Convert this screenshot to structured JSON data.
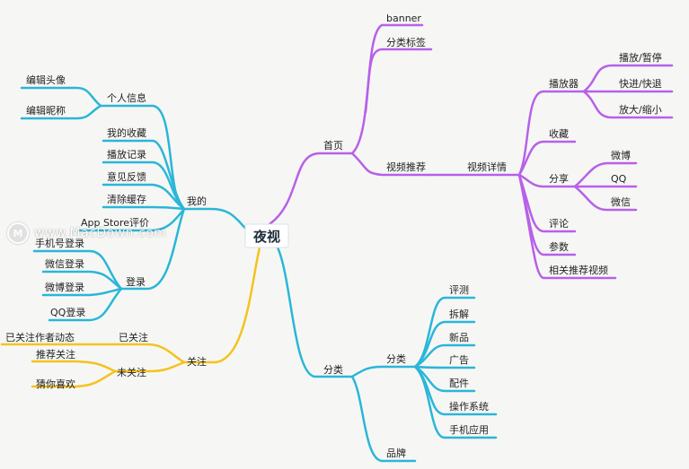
{
  "colors": {
    "purple": "#b860e8",
    "blue": "#2ab6d8",
    "yellow": "#f5c21f",
    "root_bg": "#ffffff"
  },
  "root": {
    "label": "夜视"
  },
  "top_right": {
    "branch": "首页",
    "items": {
      "banner": "banner",
      "category_tags": "分类标签",
      "video_recommend": "视频推荐",
      "video_detail": "视频详情"
    },
    "player": {
      "label": "播放器",
      "items": [
        "播放/暂停",
        "快进/快退",
        "放大/缩小"
      ]
    },
    "favorite": "收藏",
    "share": {
      "label": "分享",
      "items": [
        "微博",
        "QQ",
        "微信"
      ]
    },
    "comment": "评论",
    "params": "参数",
    "related": "相关推荐视频"
  },
  "bottom_right": {
    "branch": "分类",
    "category": {
      "label": "分类",
      "items": [
        "评测",
        "拆解",
        "新品",
        "广告",
        "配件",
        "操作系统",
        "手机应用"
      ]
    },
    "brand": "品牌"
  },
  "left": {
    "branch": "我的",
    "personal_info": {
      "label": "个人信息",
      "items": [
        "编辑头像",
        "编辑昵称"
      ]
    },
    "items": [
      "我的收藏",
      "播放记录",
      "意见反馈",
      "清除缓存",
      "App Store评价"
    ],
    "login": {
      "label": "登录",
      "items": [
        "手机号登录",
        "微信登录",
        "微博登录",
        "QQ登录"
      ]
    }
  },
  "follow": {
    "branch": "关注",
    "followed": {
      "label": "已关注",
      "items": [
        "已关注作者动态"
      ]
    },
    "not_followed": {
      "label": "未关注",
      "items": [
        "推荐关注",
        "猜你喜欢"
      ]
    }
  },
  "watermark": {
    "text": "www.MacDown.com",
    "logo": "M"
  }
}
